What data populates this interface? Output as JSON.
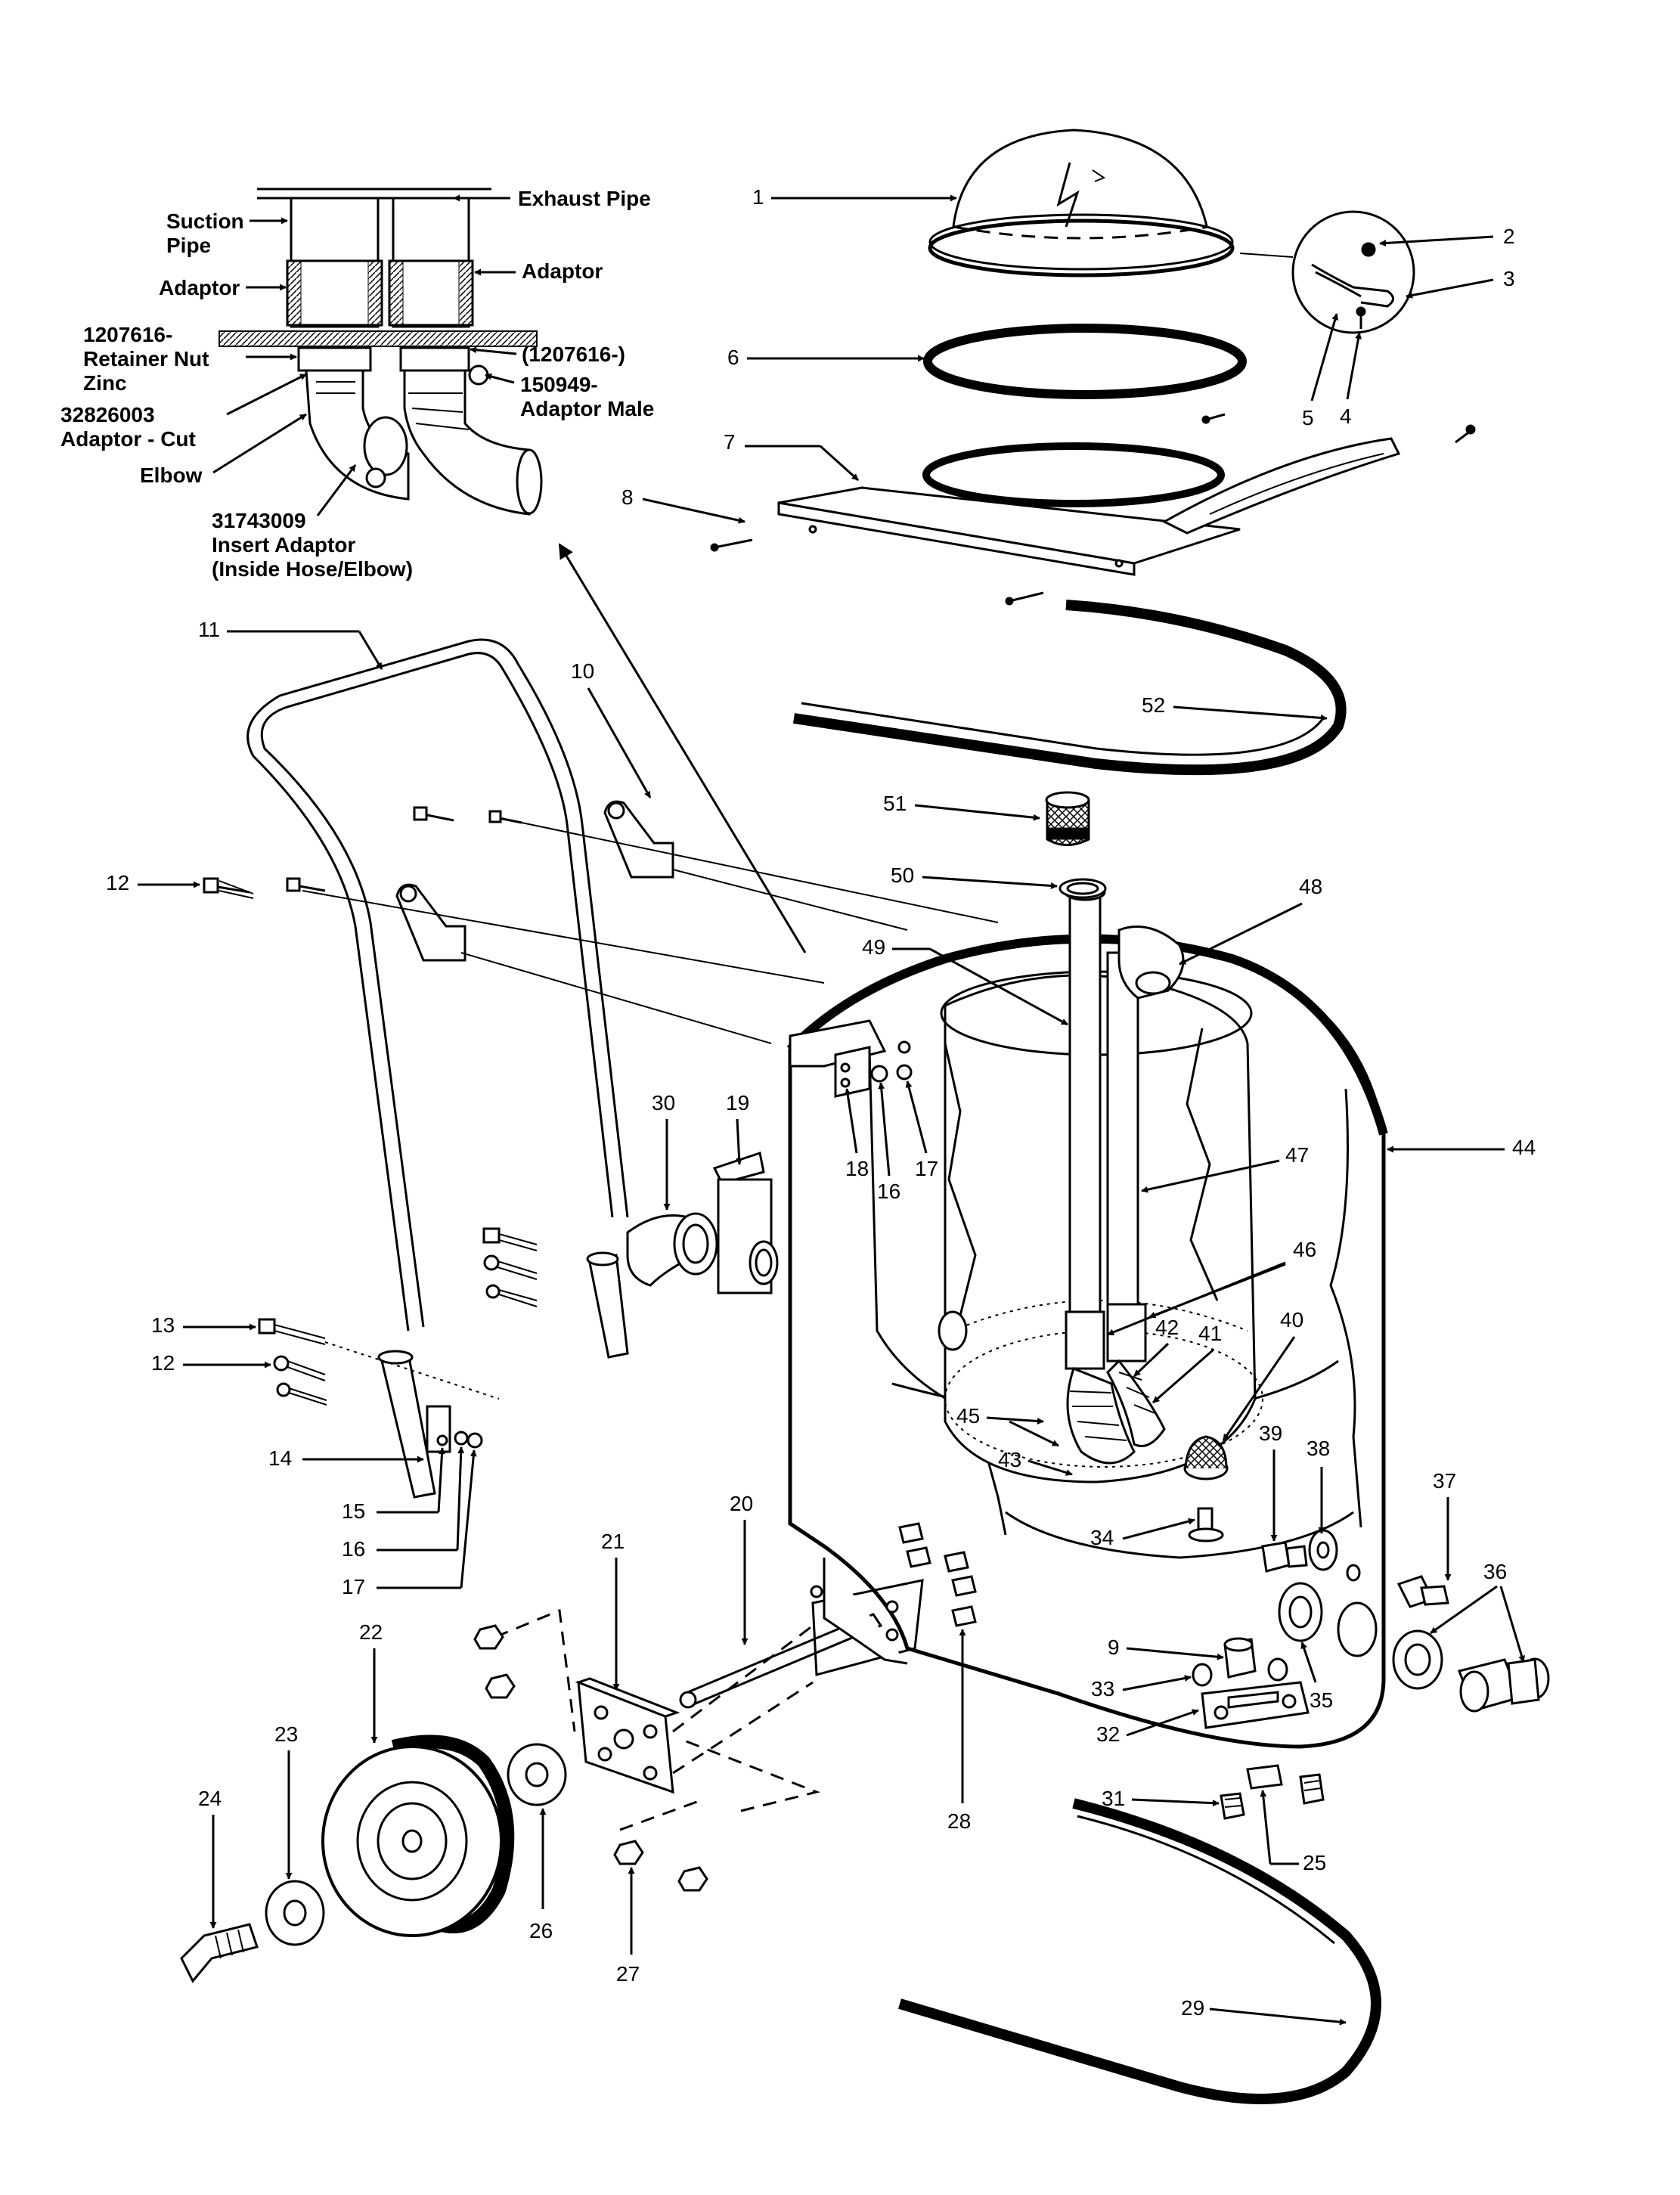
{
  "inset_labels": {
    "exhaust_pipe": "Exhaust Pipe",
    "suction_pipe_1": "Suction",
    "suction_pipe_2": "Pipe",
    "adaptor_left": "Adaptor",
    "adaptor_right": "Adaptor",
    "retainer_1": "1207616-",
    "retainer_2": "Retainer Nut",
    "retainer_3": "Zinc",
    "retainer_paren": "(1207616-)",
    "male_1": "150949-",
    "male_2": "Adaptor Male",
    "cut_1": "32826003",
    "cut_2": "Adaptor - Cut",
    "elbow": "Elbow",
    "insert_1": "31743009",
    "insert_2": "Insert Adaptor",
    "insert_3": "(Inside Hose/Elbow)"
  },
  "callouts": {
    "n1": "1",
    "n2": "2",
    "n3": "3",
    "n4": "4",
    "n5": "5",
    "n6": "6",
    "n7": "7",
    "n8": "8",
    "n9": "9",
    "n10": "10",
    "n11": "11",
    "n12a": "12",
    "n12b": "12",
    "n13": "13",
    "n14": "14",
    "n15": "15",
    "n16a": "16",
    "n16b": "16",
    "n17a": "17",
    "n17b": "17",
    "n18": "18",
    "n19": "19",
    "n20": "20",
    "n21": "21",
    "n22": "22",
    "n23": "23",
    "n24": "24",
    "n25": "25",
    "n26": "26",
    "n27": "27",
    "n28": "28",
    "n29": "29",
    "n30": "30",
    "n31": "31",
    "n32": "32",
    "n33": "33",
    "n34": "34",
    "n35": "35",
    "n36": "36",
    "n37": "37",
    "n38": "38",
    "n39": "39",
    "n40": "40",
    "n41": "41",
    "n42": "42",
    "n43": "43",
    "n44": "44",
    "n45": "45",
    "n46": "46",
    "n47": "47",
    "n48": "48",
    "n49": "49",
    "n50": "50",
    "n51": "51",
    "n52": "52"
  },
  "icons": {
    "arrowhead": "arrowhead-icon",
    "lightning_decal": "lightning-icon"
  }
}
